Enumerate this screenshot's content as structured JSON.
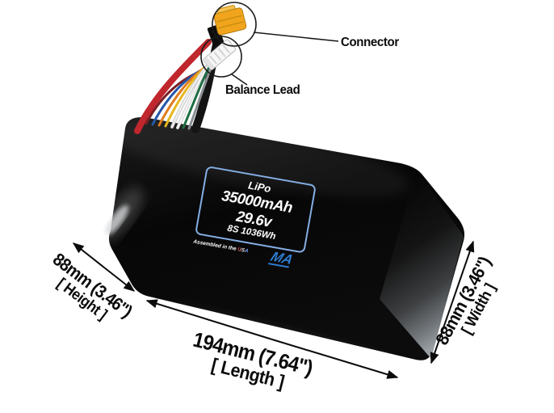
{
  "battery_label": {
    "chemistry": "LiPo",
    "capacity_voltage": "35000mAh 29.6v",
    "cells_energy": "8S 1036Wh",
    "assembled_prefix": "Assembled in the ",
    "assembled_country": "USA",
    "logo_text": "MA"
  },
  "callouts": {
    "connector": "Connector",
    "balance_lead": "Balance Lead"
  },
  "dimensions": {
    "height": {
      "value": "88mm (3.46\")",
      "label": "[ Height ]"
    },
    "length": {
      "value": "194mm (7.64\")",
      "label": "[ Length ]"
    },
    "width": {
      "value": "88mm (3.46\")",
      "label": "[ Width ]"
    }
  },
  "colors": {
    "label_border_blue": "#84aee4",
    "logo_blue": "#2e7bd0",
    "connector_yellow": "#f1a51c",
    "annotation_black": "#0b0b0b",
    "battery_black": "#0a0a0a",
    "side_face_gray": "#9aa0a4"
  }
}
